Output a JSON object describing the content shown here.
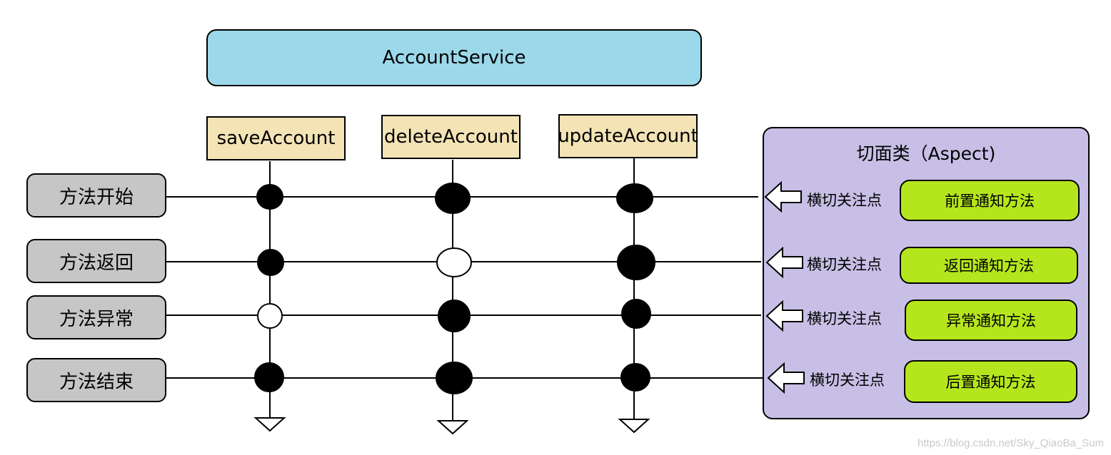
{
  "service": {
    "title": "AccountService"
  },
  "methods": [
    {
      "label": "saveAccount"
    },
    {
      "label": "deleteAccount"
    },
    {
      "label": "updateAccount"
    }
  ],
  "stages": [
    {
      "label": "方法开始"
    },
    {
      "label": "方法返回"
    },
    {
      "label": "方法异常"
    },
    {
      "label": "方法结束"
    }
  ],
  "join_points": [
    [
      "filled",
      "filled",
      "filled"
    ],
    [
      "filled",
      "hollow",
      "filled"
    ],
    [
      "hollow",
      "filled",
      "filled"
    ],
    [
      "filled",
      "filled",
      "filled"
    ]
  ],
  "aspect": {
    "title": "切面类（Aspect)",
    "joinpoint_label": "横切关注点",
    "advices": [
      {
        "label": "前置通知方法"
      },
      {
        "label": "返回通知方法"
      },
      {
        "label": "异常通知方法"
      },
      {
        "label": "后置通知方法"
      }
    ]
  },
  "colors": {
    "service": "#9bd8ea",
    "method": "#f3e3b5",
    "stage": "#c6c6c6",
    "aspect_panel": "#c8bfe6",
    "advice": "#b5e61d"
  },
  "watermark": "https://blog.csdn.net/Sky_QiaoBa_Sum"
}
